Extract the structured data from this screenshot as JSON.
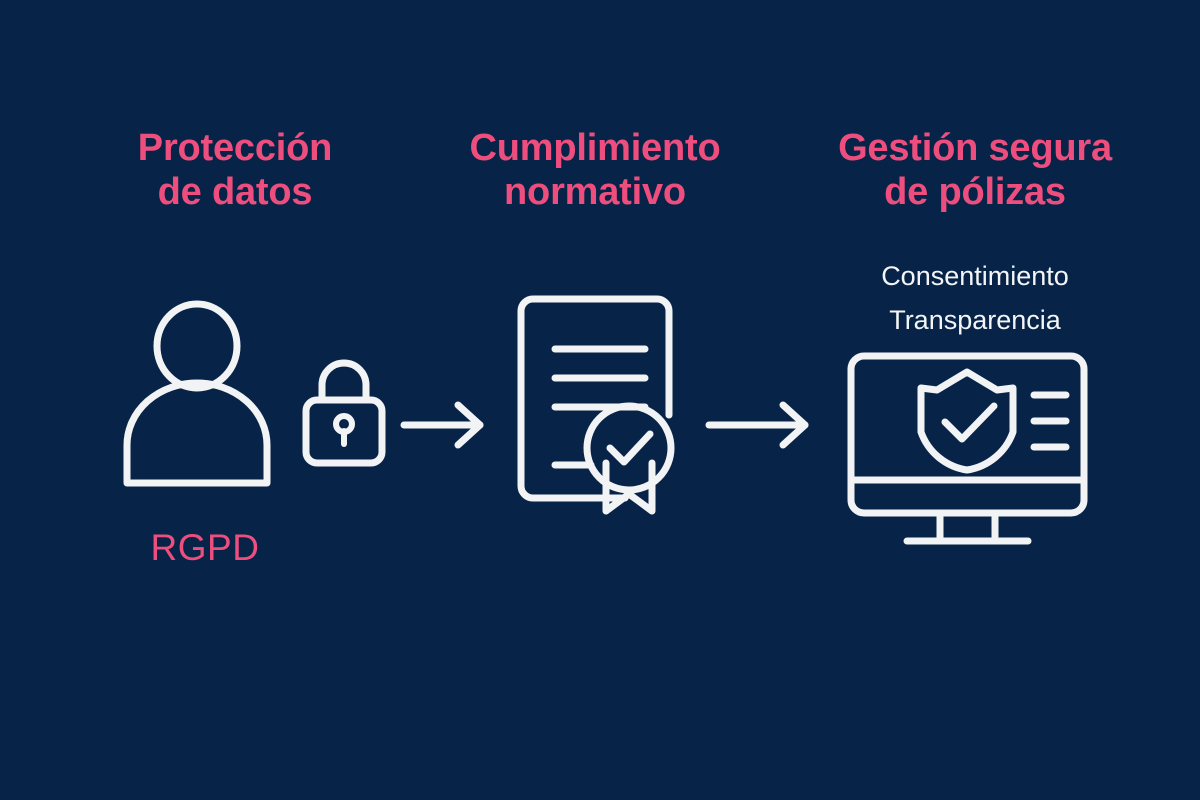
{
  "page": {
    "title": "Protección de datos · Cumplimiento normativo · Gestión segura de pólizas",
    "background_color": "#072448",
    "accent_color": "#ee4e7e",
    "icon_color": "#f2f3f5"
  },
  "headings": [
    {
      "id": "heading-1",
      "text": "Protección\nde datos"
    },
    {
      "id": "heading-2",
      "text": "Cumplimiento\nnormativo"
    },
    {
      "id": "heading-3",
      "text": "Gestión segura\nde pólizas"
    }
  ],
  "captions": {
    "column3_subcaption": "Consentimiento\nTransparencia",
    "column1_label": "RGPD"
  },
  "icons": [
    {
      "name": "person-icon",
      "column": 1,
      "meaning": "usuario / persona protegida"
    },
    {
      "name": "lock-icon",
      "column": 1,
      "meaning": "datos bloqueados / seguros"
    },
    {
      "name": "arrow-right-icon",
      "column": "1-2",
      "meaning": "flujo hacia cumplimiento"
    },
    {
      "name": "document-certificate-icon",
      "column": 2,
      "meaning": "documento verificado con sello"
    },
    {
      "name": "arrow-right-icon",
      "column": "2-3",
      "meaning": "flujo hacia gestión"
    },
    {
      "name": "monitor-shield-icon",
      "column": 3,
      "meaning": "plataforma segura de pólizas"
    }
  ],
  "chart_data": {
    "type": "diagram",
    "title": "Flujo de protección de datos y cumplimiento normativo",
    "orientation": "horizontal",
    "steps": [
      {
        "index": 1,
        "heading": "Protección\nde datos",
        "label": "RGPD",
        "icons": [
          "person-icon",
          "lock-icon"
        ]
      },
      {
        "index": 2,
        "heading": "Cumplimiento\nnormativo",
        "label": "",
        "icons": [
          "document-certificate-icon"
        ]
      },
      {
        "index": 3,
        "heading": "Gestión segura\nde pólizas",
        "label": "Consentimiento\nTransparencia",
        "icons": [
          "monitor-shield-icon"
        ]
      }
    ],
    "connectors": [
      {
        "from": 1,
        "to": 2,
        "style": "arrow-right"
      },
      {
        "from": 2,
        "to": 3,
        "style": "arrow-right"
      }
    ]
  }
}
